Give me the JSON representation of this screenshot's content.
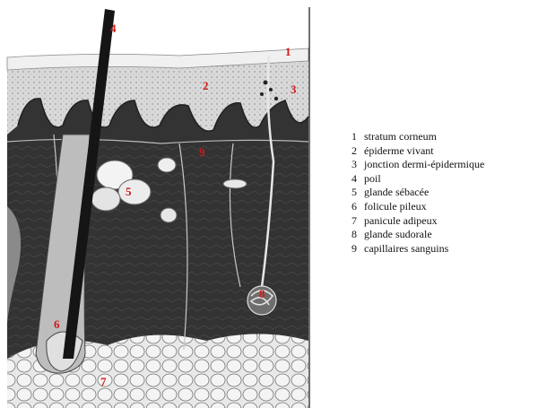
{
  "colors": {
    "marker": "#d01818",
    "ink": "#1a1a1a",
    "fat": "#f2f2f2",
    "dermis": "#3a3a3a",
    "epidermis": "#d8d8d8"
  },
  "markers": [
    "1",
    "2",
    "3",
    "4",
    "5",
    "6",
    "7",
    "8",
    "9"
  ],
  "legend": [
    {
      "num": "1",
      "label": "stratum corneum"
    },
    {
      "num": "2",
      "label": "épiderme vivant"
    },
    {
      "num": "3",
      "label": "jonction dermi-épidermique"
    },
    {
      "num": "4",
      "label": "poil"
    },
    {
      "num": "5",
      "label": "glande sébacée"
    },
    {
      "num": "6",
      "label": "folicule pileux"
    },
    {
      "num": "7",
      "label": "panicule adipeux"
    },
    {
      "num": "8",
      "label": "glande sudorale"
    },
    {
      "num": "9",
      "label": "capillaires sanguins"
    }
  ]
}
